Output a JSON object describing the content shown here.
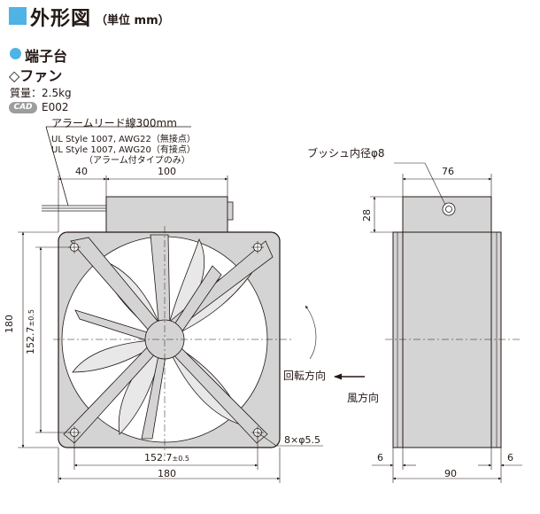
{
  "header": {
    "title": "外形図",
    "unit": "（単位 mm）"
  },
  "section": {
    "terminal": "端子台",
    "fan": "◇ファン",
    "mass": "質量：2.5kg",
    "cad_badge": "CAD",
    "cad_code": "E002"
  },
  "leadwire": {
    "title": "アラームリード線300mm",
    "line1": "UL Style 1007, AWG22（無接点）",
    "line2": "UL Style 1007, AWG20（有接点）",
    "line3": "（アラーム付タイプのみ）"
  },
  "front_view": {
    "dim_top_left": "40",
    "dim_top_right": "100",
    "dim_height": "180",
    "dim_hole_v": "152.7",
    "dim_hole_v_tol": "±0.5",
    "dim_hole_h": "152.7",
    "dim_hole_h_tol": "±0.5",
    "dim_width": "180",
    "holes": "8×φ5.5",
    "rotation": "回転方向"
  },
  "side_view": {
    "bushing": "ブッシュ内径φ8",
    "dim_top_width": "76",
    "dim_box_height": "28",
    "airflow": "風方向",
    "dim_left": "6",
    "dim_depth": "90",
    "dim_right": "6"
  },
  "colors": {
    "accent": "#4fb3e6",
    "body_gray": "#d4d4d4",
    "line": "#231815"
  }
}
